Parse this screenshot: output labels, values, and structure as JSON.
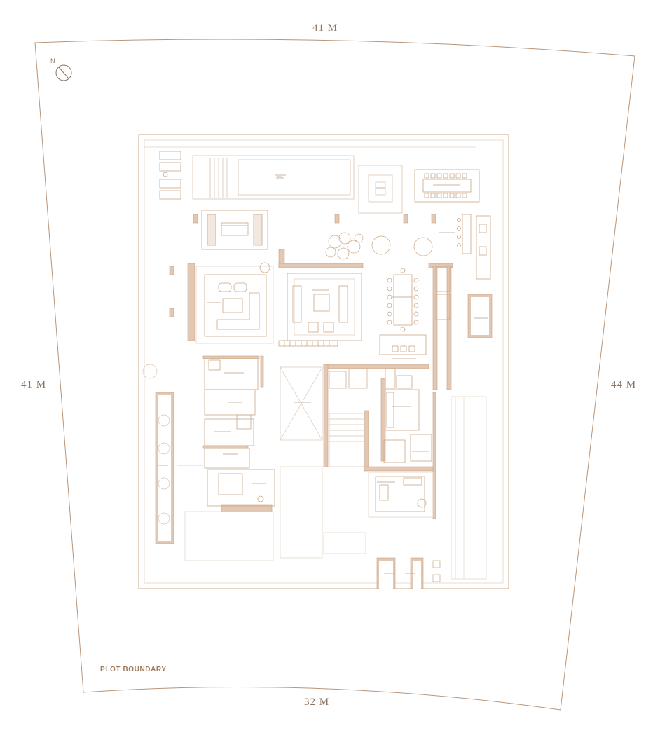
{
  "dimensions": {
    "top": "41 M",
    "left": "41 M",
    "right": "44 M",
    "bottom": "32 M"
  },
  "plot_label": "PLOT BOUNDARY",
  "north_label": "N",
  "colors": {
    "line": "#b8957a",
    "wall": "#e2c7b3",
    "wall_dark": "#c9a084",
    "text": "#8a7360",
    "accent": "#a07a58"
  },
  "icons": [
    "north-arrow-icon"
  ]
}
